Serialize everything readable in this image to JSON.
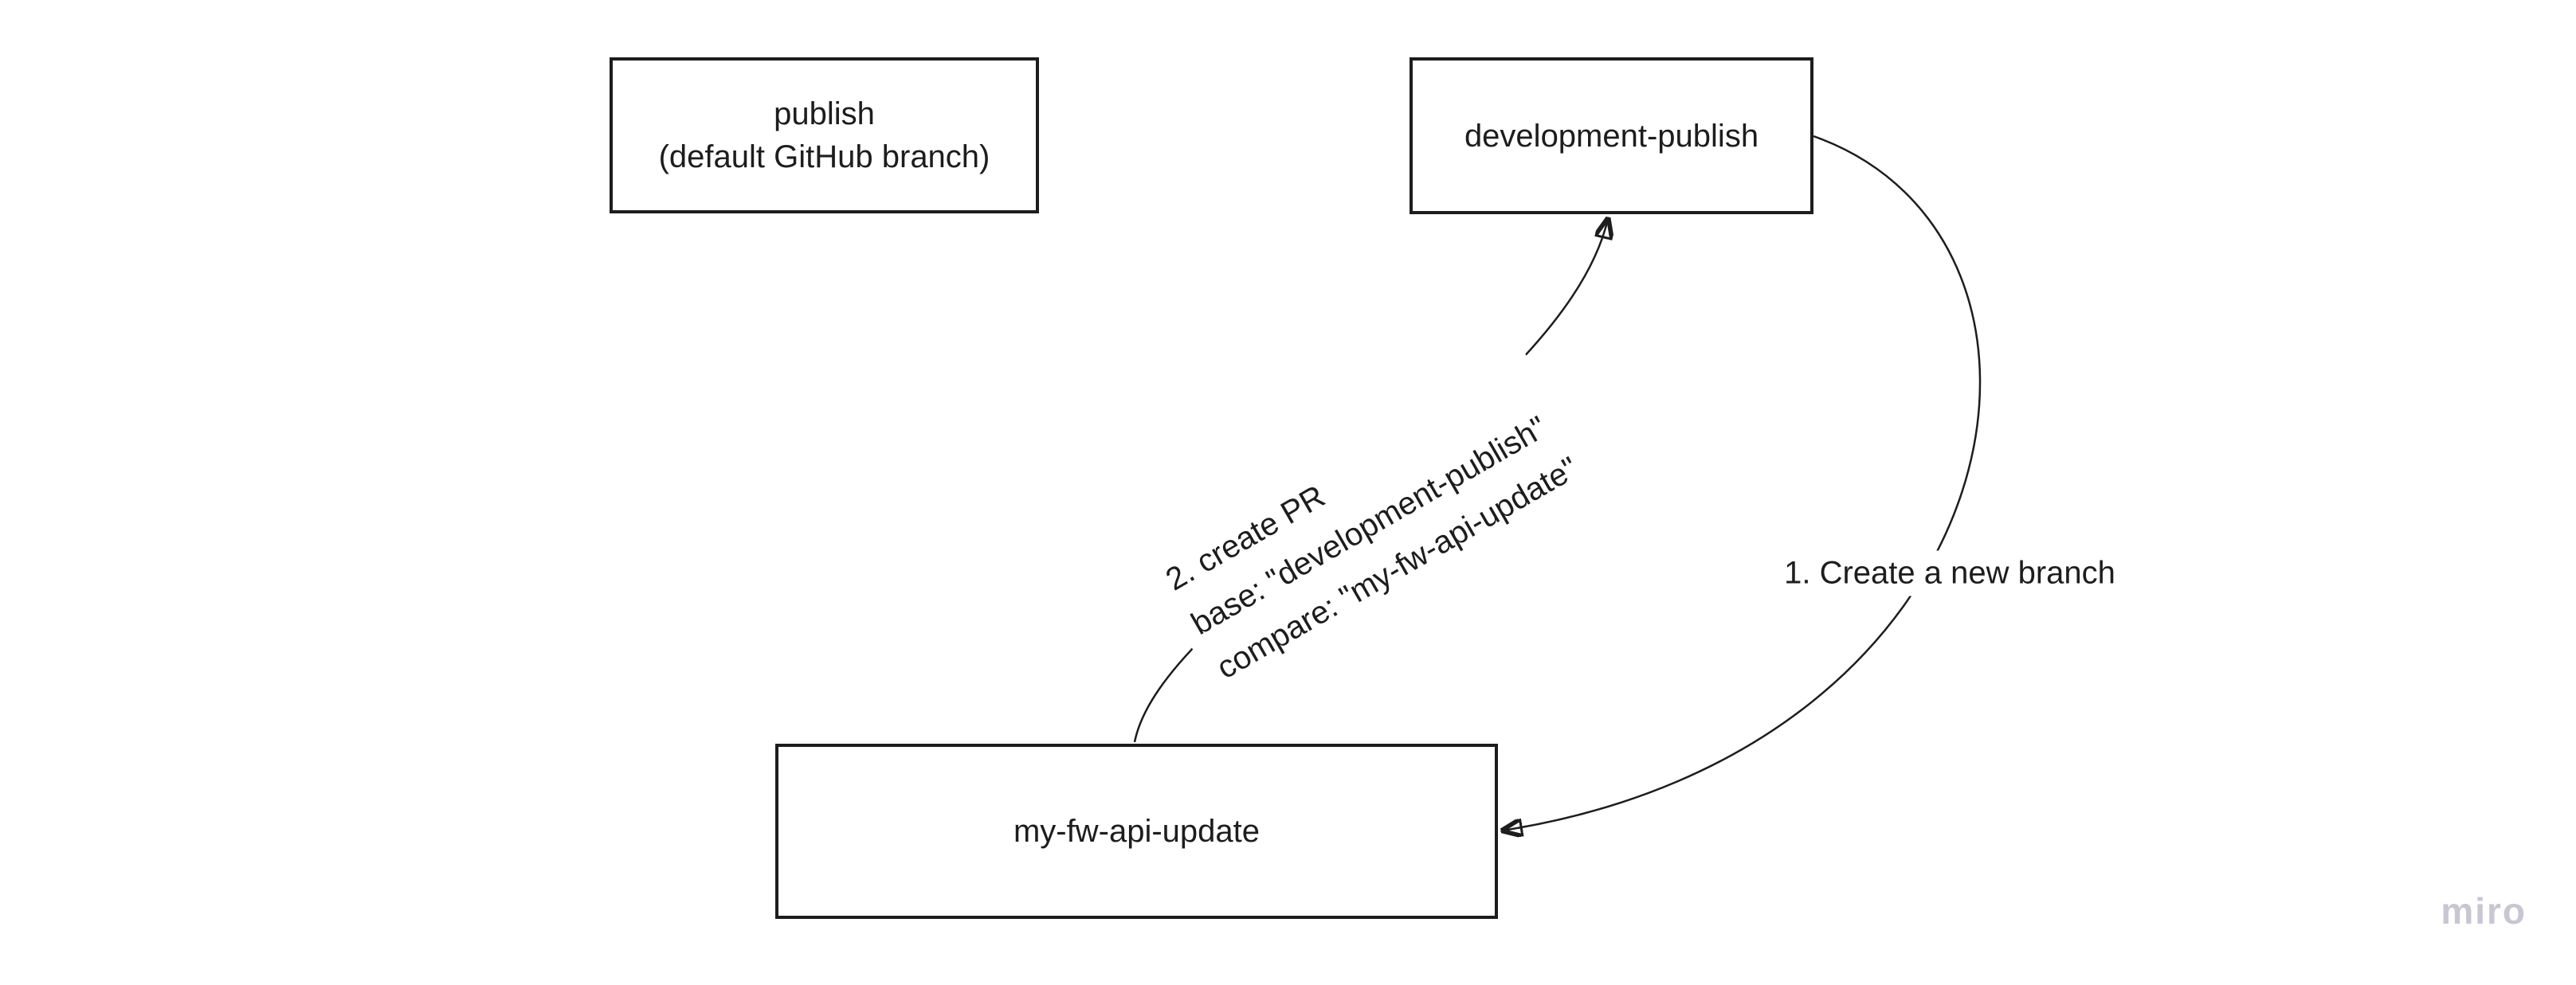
{
  "diagram": {
    "nodes": {
      "publish": {
        "line1": "publish",
        "line2": "(default GitHub branch)"
      },
      "development_publish": {
        "label": "development-publish"
      },
      "my_fw_api_update": {
        "label": "my-fw-api-update"
      }
    },
    "connectors": {
      "create_branch": {
        "label": "1. Create a new branch"
      },
      "create_pr": {
        "line1": "2. create PR",
        "line2": "base: \"development-publish\"",
        "line3": "compare: \"my-fw-api-update\""
      }
    }
  },
  "watermark": {
    "label": "miro",
    "color": "#c7c7d3"
  },
  "colors": {
    "stroke": "#1d1d1d",
    "background": "#ffffff"
  }
}
